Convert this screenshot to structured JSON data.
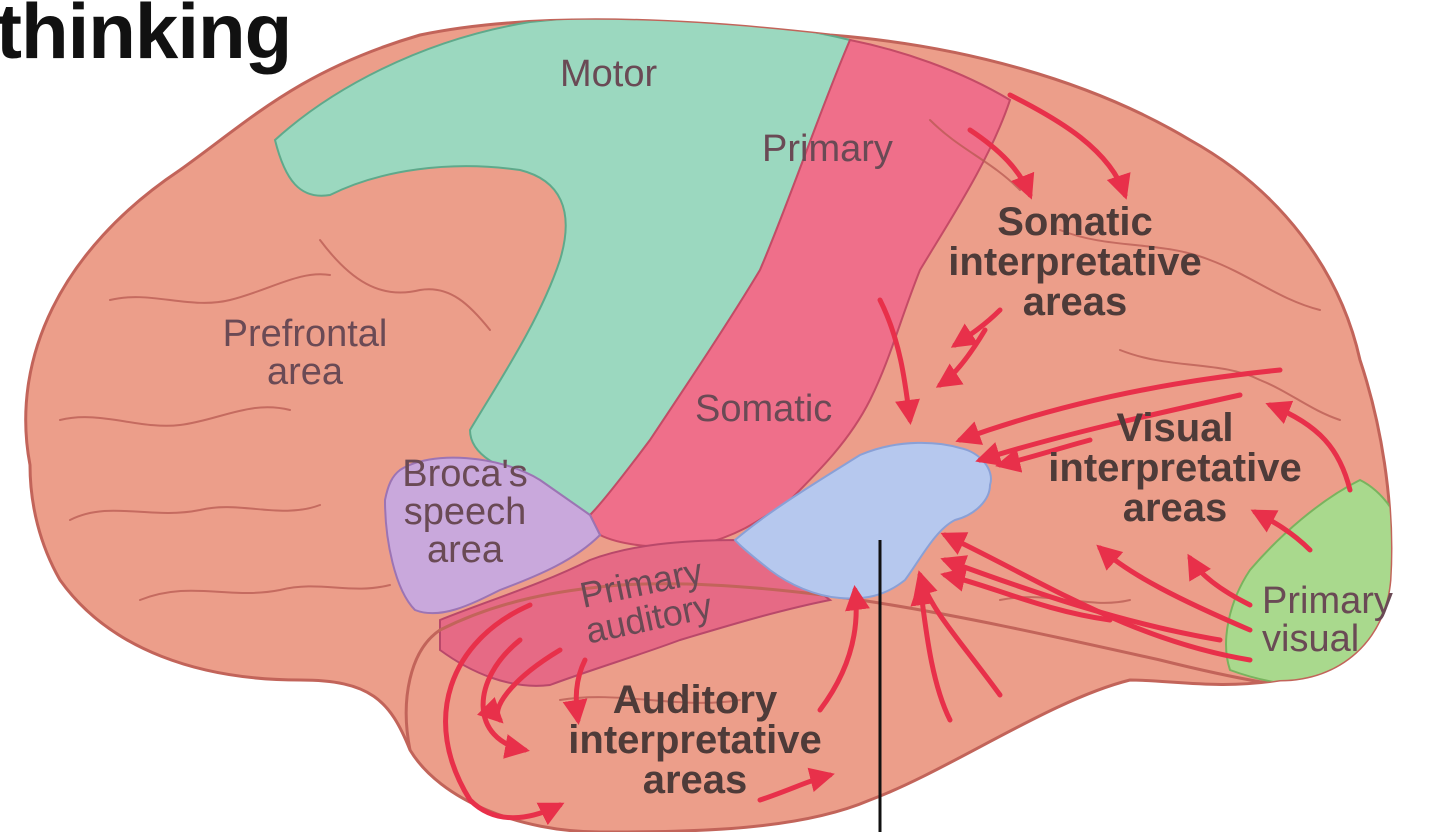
{
  "title": "thinking",
  "labels": {
    "motor": "Motor",
    "primary_somatic_top": "Primary",
    "primary_somatic_bottom": "Somatic",
    "somatic_interp": [
      "Somatic",
      "interpretative",
      "areas"
    ],
    "prefrontal": [
      "Prefrontal",
      "area"
    ],
    "brocas": [
      "Broca's",
      "speech",
      "area"
    ],
    "visual_interp": [
      "Visual",
      "interpretative",
      "areas"
    ],
    "primary_auditory": [
      "Primary",
      "auditory"
    ],
    "auditory_interp": [
      "Auditory",
      "interpretative",
      "areas"
    ],
    "primary_visual": [
      "Primary",
      "visual"
    ]
  },
  "colors": {
    "cortex": "#ec9e8a",
    "motor": "#9bd8bf",
    "somatic": "#ef6f8a",
    "broca": "#c9a8dc",
    "auditory": "#e66a85",
    "visual": "#a9d98d",
    "association": "#b6c8ee",
    "arrow": "#e8304a"
  }
}
